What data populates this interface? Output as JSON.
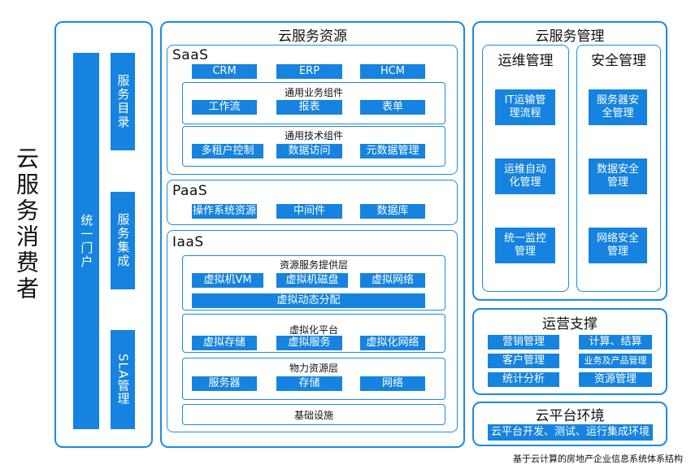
{
  "consumer": {
    "title": "云服务消费者"
  },
  "portal": {
    "unified_portal": "统一门户",
    "service_catalog": "服务目录",
    "service_integration": "服务集成",
    "sla": "SLA管理"
  },
  "resources": {
    "title": "云服务资源",
    "saas": {
      "label": "SaaS",
      "apps": [
        "CRM",
        "ERP",
        "HCM"
      ],
      "business": {
        "title": "通用业务组件",
        "items": [
          "工作流",
          "报表",
          "表单"
        ]
      },
      "tech": {
        "title": "通用技术组件",
        "items": [
          "多租户控制",
          "数据访问",
          "元数据管理"
        ]
      }
    },
    "paas": {
      "label": "PaaS",
      "items": [
        "操作系统资源",
        "中间件",
        "数据库"
      ]
    },
    "iaas": {
      "label": "IaaS",
      "provider": {
        "title": "资源服务提供层",
        "items": [
          "虚拟机VM",
          "虚拟机磁盘",
          "虚拟网络"
        ],
        "wide": "虚拟动态分配"
      },
      "virt": {
        "title": "虚拟化平台",
        "items": [
          "虚拟存储",
          "虚拟服务",
          "虚拟化网络"
        ]
      },
      "physical": {
        "title": "物力资源层",
        "items": [
          "服务器",
          "存储",
          "网络"
        ]
      },
      "infra": "基础设施"
    }
  },
  "management": {
    "title": "云服务管理",
    "ops": {
      "title": "运维管理",
      "items": [
        "IT运输管理流程",
        "运维自动化管理",
        "统一监控管理"
      ]
    },
    "security": {
      "title": "安全管理",
      "items": [
        "服务器安全管理",
        "数据安全管理",
        "网络安全管理"
      ]
    }
  },
  "operations": {
    "title": "运营支撑",
    "items": [
      "营销管理",
      "计算、结算",
      "客户管理",
      "业务及产品管理",
      "统计分析",
      "资源管理"
    ]
  },
  "platform": {
    "title": "云平台环境",
    "item": "云平台开发、测试、运行集成环境"
  },
  "caption": "基于云计算的房地产企业信息系统体系结构"
}
